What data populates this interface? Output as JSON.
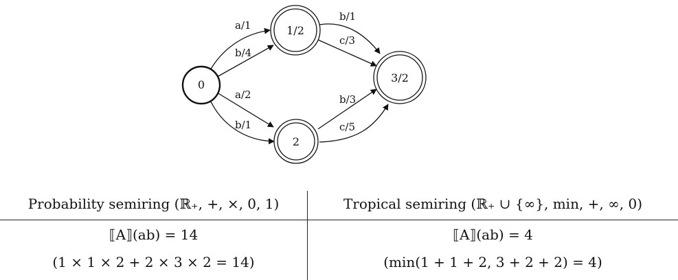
{
  "automaton": {
    "states": [
      {
        "id": "0",
        "label": "0",
        "initial": true,
        "final": false
      },
      {
        "id": "1",
        "label": "1/2",
        "initial": false,
        "final": true
      },
      {
        "id": "2",
        "label": "2",
        "initial": false,
        "final": true
      },
      {
        "id": "3",
        "label": "3/2",
        "initial": false,
        "final": true
      }
    ],
    "transitions": [
      {
        "from": "0",
        "to": "1",
        "label": "a/1"
      },
      {
        "from": "0",
        "to": "1",
        "label": "b/4"
      },
      {
        "from": "0",
        "to": "2",
        "label": "a/2"
      },
      {
        "from": "0",
        "to": "2",
        "label": "b/1"
      },
      {
        "from": "1",
        "to": "3",
        "label": "b/1"
      },
      {
        "from": "1",
        "to": "3",
        "label": "c/3"
      },
      {
        "from": "2",
        "to": "3",
        "label": "b/3"
      },
      {
        "from": "2",
        "to": "3",
        "label": "c/5"
      }
    ]
  },
  "table": {
    "headers": [
      "Probability semiring (ℝ₊, +, ×, 0, 1)",
      "Tropical semiring (ℝ₊ ∪ {∞}, min, +, ∞, 0)"
    ],
    "rows": [
      [
        "⟦A⟧(ab) = 14",
        "⟦A⟧(ab) = 4"
      ],
      [
        "(1 × 1 × 2 + 2 × 3 × 2 = 14)",
        "(min(1 + 1 + 2, 3 + 2 + 2) = 4)"
      ]
    ]
  }
}
